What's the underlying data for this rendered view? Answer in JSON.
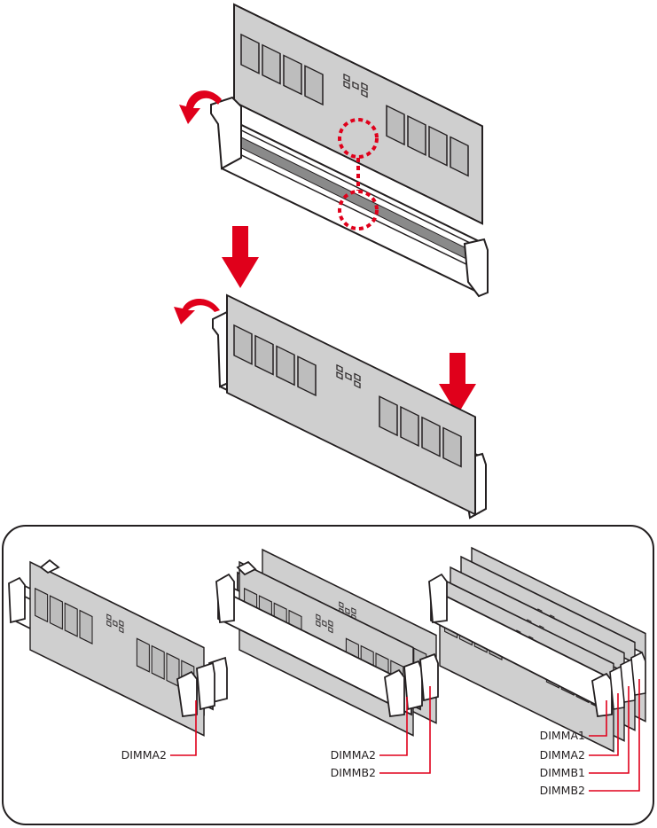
{
  "colors": {
    "stroke": "#231f20",
    "module_fill": "#cfcfcf",
    "chip_fill": "#bdbdbd",
    "slot_fill": "#ffffff",
    "accent_red": "#e0001b"
  },
  "configs": [
    {
      "labels": [
        "DIMMA2"
      ]
    },
    {
      "labels": [
        "DIMMA2",
        "DIMMB2"
      ]
    },
    {
      "labels": [
        "DIMMA1",
        "DIMMA2",
        "DIMMB1",
        "DIMMB2"
      ]
    }
  ]
}
